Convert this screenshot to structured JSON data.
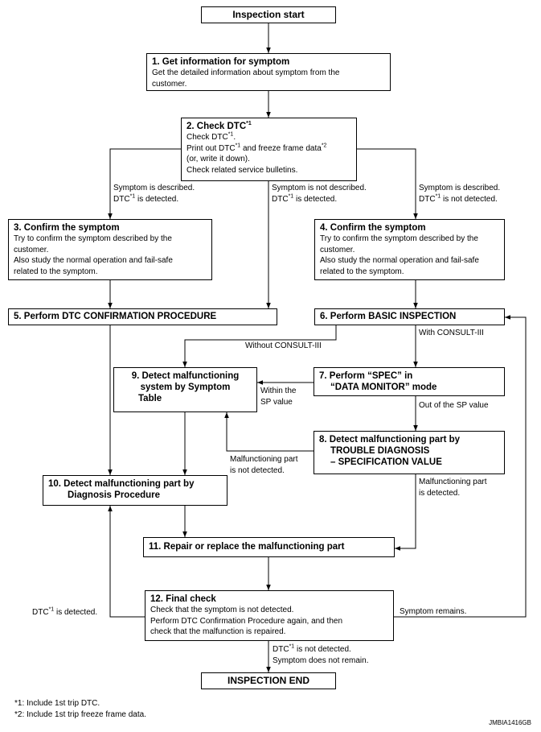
{
  "nodes": {
    "start": {
      "title": "Inspection start"
    },
    "s1": {
      "title": "1. Get information for symptom",
      "lines": [
        "Get the detailed information about symptom from the",
        "customer."
      ]
    },
    "s2": {
      "title_main": "2. Check DTC",
      "title_sup": "*1",
      "l1_a": "Check DTC",
      "l1_sup": "*1",
      "l1_b": ".",
      "l2_a": "Print out DTC",
      "l2_sup1": "*1",
      "l2_b": " and freeze frame data",
      "l2_sup2": "*2",
      "l3": "(or, write it down).",
      "l4": "Check related service bulletins."
    },
    "s3": {
      "title": "3. Confirm the symptom",
      "lines": [
        "Try to confirm the symptom described by the",
        "customer.",
        "Also study the normal operation and fail-safe",
        "related to the symptom."
      ]
    },
    "s4": {
      "title": "4. Confirm the symptom",
      "lines": [
        "Try to confirm the symptom described by the",
        "customer.",
        "Also study the normal operation and fail-safe",
        "related to the symptom."
      ]
    },
    "s5": {
      "title": "5. Perform DTC CONFIRMATION PROCEDURE"
    },
    "s6": {
      "title": "6. Perform BASIC INSPECTION"
    },
    "s7": {
      "lines": [
        "7. Perform “SPEC” in",
        "“DATA MONITOR” mode"
      ]
    },
    "s8": {
      "lines": [
        "8. Detect malfunctioning part by",
        "TROUBLE DIAGNOSIS",
        "– SPECIFICATION VALUE"
      ]
    },
    "s9": {
      "lines": [
        "9. Detect malfunctioning",
        "system by Symptom",
        "Table"
      ]
    },
    "s10": {
      "lines": [
        "10. Detect malfunctioning part by",
        "Diagnosis Procedure"
      ]
    },
    "s11": {
      "title": "11. Repair or replace the malfunctioning part"
    },
    "s12": {
      "title": "12. Final check",
      "lines": [
        "Check that the symptom is not detected.",
        "Perform DTC Confirmation Procedure again, and then",
        "check that the malfunction is repaired."
      ]
    },
    "end": {
      "title": "INSPECTION END"
    }
  },
  "labels": {
    "left_branch": {
      "l1": "Symptom is described.",
      "l2_a": "DTC",
      "l2_sup": "*1",
      "l2_b": " is detected."
    },
    "mid_branch": {
      "l1": "Symptom is not described.",
      "l2_a": "DTC",
      "l2_sup": "*1",
      "l2_b": " is detected."
    },
    "right_branch": {
      "l1": "Symptom is described.",
      "l2_a": "DTC",
      "l2_sup": "*1",
      "l2_b": " is not detected."
    },
    "without_consult": "Without CONSULT-III",
    "with_consult": "With CONSULT-III",
    "within_sp": {
      "l1": "Within the",
      "l2": "SP value"
    },
    "out_of_sp": "Out of the SP value",
    "mal_not_detected": {
      "l1": "Malfunctioning part",
      "l2": "is not detected."
    },
    "mal_detected": {
      "l1": "Malfunctioning part",
      "l2": "is detected."
    },
    "dtc_detected": {
      "a": "DTC",
      "sup": "*1",
      "b": " is detected."
    },
    "symptom_remains": "Symptom remains.",
    "final_ok": {
      "l1_a": "DTC",
      "l1_sup": "*1",
      "l1_b": " is not detected.",
      "l2": "Symptom does not remain."
    }
  },
  "footnotes": [
    "*1: Include 1st trip DTC.",
    "*2: Include 1st trip freeze frame data."
  ],
  "figure_code": "JMBIA1416GB"
}
